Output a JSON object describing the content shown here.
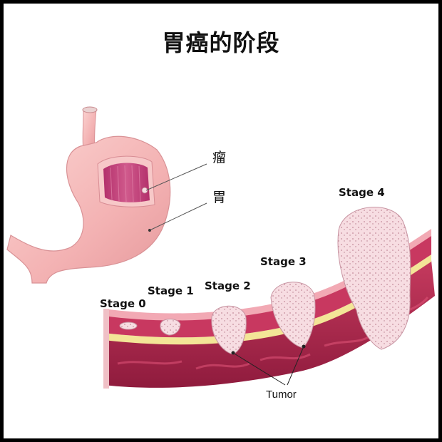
{
  "title": "胃癌的阶段",
  "stomach_labels": {
    "tumor": "瘤",
    "stomach": "胃"
  },
  "stages": [
    "Stage 0",
    "Stage 1",
    "Stage 2",
    "Stage 3",
    "Stage 4"
  ],
  "tumor_label": "Tumor",
  "colors": {
    "stomach": "#f5b8b8",
    "stomach_shadow": "#e39a9e",
    "inner_cavity": "#c2407a",
    "muscle": "#a9234a",
    "muscle_light": "#c83860",
    "mucosa": "#f2a9b4",
    "fat_layer": "#f3e597",
    "tumor_fill": "#f7dde2"
  }
}
